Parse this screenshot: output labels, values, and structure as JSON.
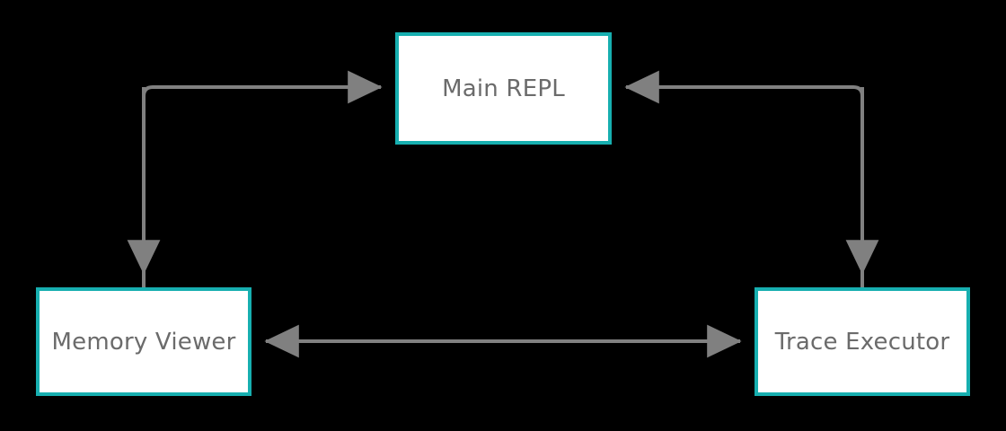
{
  "diagram": {
    "type": "flowchart",
    "background_color": "#000000",
    "node_fill_color": "#ffffff",
    "node_border_color": "#17afb0",
    "edge_color": "#808080",
    "label_color": "#6b6b6b",
    "nodes": [
      {
        "id": "main-repl",
        "label": "Main REPL"
      },
      {
        "id": "memory-viewer",
        "label": "Memory Viewer"
      },
      {
        "id": "trace-executor",
        "label": "Trace Executor"
      }
    ],
    "edges": [
      {
        "from": "memory-viewer",
        "to": "main-repl",
        "direction": "one-way",
        "label": ""
      },
      {
        "from": "trace-executor",
        "to": "main-repl",
        "direction": "one-way",
        "label": ""
      },
      {
        "from": "main-repl",
        "to": "memory-viewer",
        "direction": "one-way",
        "label": ""
      },
      {
        "from": "main-repl",
        "to": "trace-executor",
        "direction": "one-way",
        "label": ""
      },
      {
        "from": "memory-viewer",
        "to": "trace-executor",
        "direction": "bidirectional",
        "label": ""
      }
    ]
  }
}
